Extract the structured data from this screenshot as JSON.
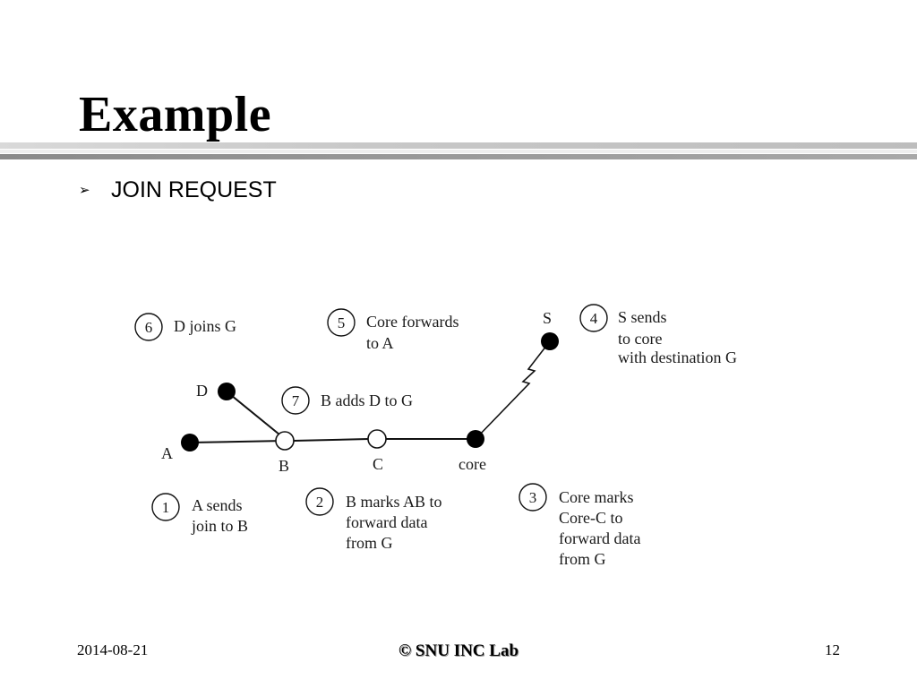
{
  "slide": {
    "title": "Example",
    "bullet_marker": "➢",
    "bullet_text": "JOIN REQUEST"
  },
  "diagram": {
    "nodes": [
      {
        "id": "D",
        "label": "D",
        "filled": true
      },
      {
        "id": "A",
        "label": "A",
        "filled": true
      },
      {
        "id": "B",
        "label": "B",
        "filled": false
      },
      {
        "id": "C",
        "label": "C",
        "filled": false
      },
      {
        "id": "core",
        "label": "core",
        "filled": true
      },
      {
        "id": "S",
        "label": "S",
        "filled": true
      }
    ],
    "steps": [
      {
        "num": "1",
        "lines": [
          "A sends",
          "join to B"
        ]
      },
      {
        "num": "2",
        "lines": [
          "B marks AB to",
          "forward data",
          "from G"
        ]
      },
      {
        "num": "3",
        "lines": [
          "Core marks",
          "Core-C to",
          "forward data",
          "from G"
        ]
      },
      {
        "num": "4",
        "lines": [
          "S sends",
          "to core",
          "with destination G"
        ]
      },
      {
        "num": "5",
        "lines": [
          "Core forwards",
          "to A"
        ]
      },
      {
        "num": "6",
        "lines": [
          "D joins G"
        ]
      },
      {
        "num": "7",
        "lines": [
          "B adds D to G"
        ]
      }
    ]
  },
  "footer": {
    "date": "2014-08-21",
    "center": "© SNU INC Lab",
    "page": "12"
  }
}
